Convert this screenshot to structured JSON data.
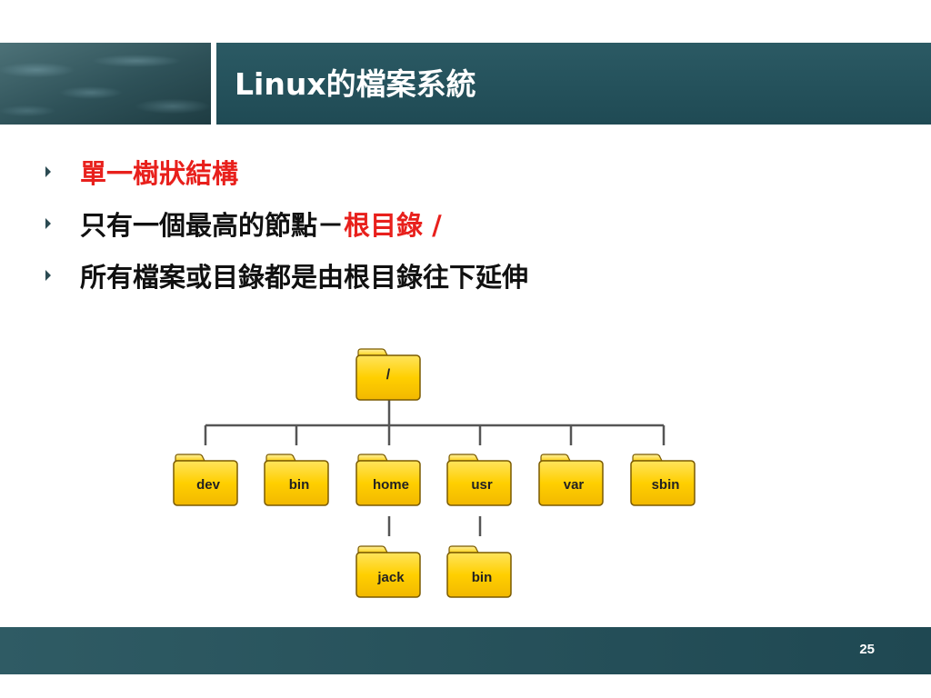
{
  "header": {
    "title": "Linux的檔案系統"
  },
  "bullets": [
    {
      "segments": [
        {
          "text": "單一樹狀結構",
          "color": "#e8201c"
        }
      ]
    },
    {
      "segments": [
        {
          "text": "只有一個最高的節點－",
          "color": "#111111"
        },
        {
          "text": "根目錄 /",
          "color": "#e8201c"
        }
      ]
    },
    {
      "segments": [
        {
          "text": "所有檔案或目錄都是由根目錄往下延伸",
          "color": "#111111"
        }
      ]
    }
  ],
  "tree": {
    "root": {
      "label": "/"
    },
    "children": [
      {
        "label": "dev"
      },
      {
        "label": "bin"
      },
      {
        "label": "home",
        "children": [
          {
            "label": "jack"
          }
        ]
      },
      {
        "label": "usr",
        "children": [
          {
            "label": "bin"
          }
        ]
      },
      {
        "label": "var"
      },
      {
        "label": "sbin"
      }
    ]
  },
  "footer": {
    "page_number": "25"
  },
  "colors": {
    "accent_red": "#e8201c",
    "header_teal": "#1f4a54",
    "folder_yellow": "#ffcc00",
    "folder_border": "#7a5a00"
  }
}
